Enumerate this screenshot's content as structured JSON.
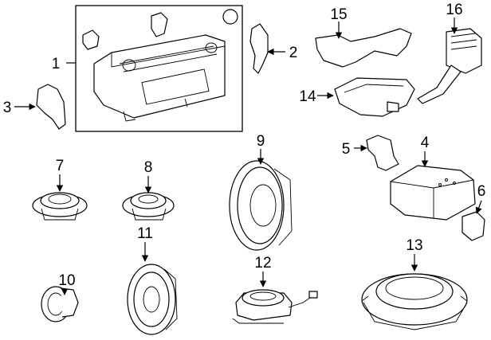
{
  "callouts": [
    {
      "id": "1",
      "label": "1"
    },
    {
      "id": "2",
      "label": "2"
    },
    {
      "id": "3",
      "label": "3"
    },
    {
      "id": "4",
      "label": "4"
    },
    {
      "id": "5",
      "label": "5"
    },
    {
      "id": "6",
      "label": "6"
    },
    {
      "id": "7",
      "label": "7"
    },
    {
      "id": "8",
      "label": "8"
    },
    {
      "id": "9",
      "label": "9"
    },
    {
      "id": "10",
      "label": "10"
    },
    {
      "id": "11",
      "label": "11"
    },
    {
      "id": "12",
      "label": "12"
    },
    {
      "id": "13",
      "label": "13"
    },
    {
      "id": "14",
      "label": "14"
    },
    {
      "id": "15",
      "label": "15"
    },
    {
      "id": "16",
      "label": "16"
    }
  ]
}
